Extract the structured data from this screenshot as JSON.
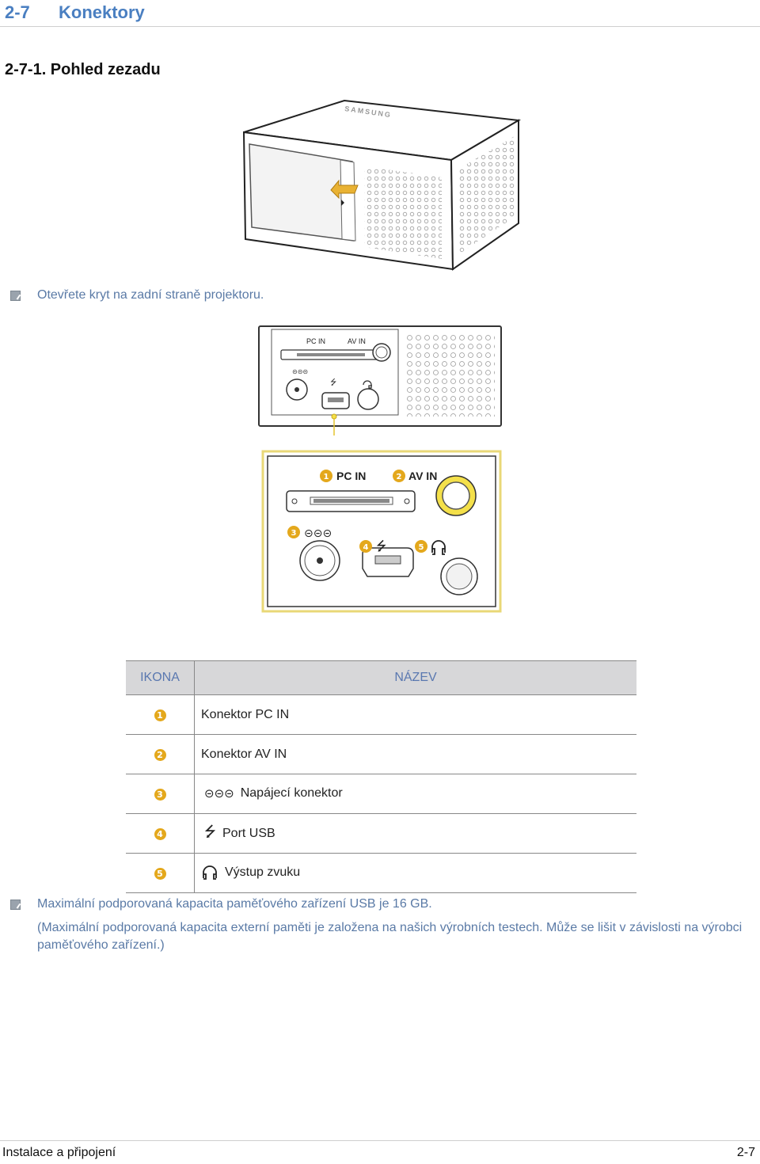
{
  "header": {
    "section_number": "2-7",
    "section_title": "Konektory"
  },
  "subheading": "2-7-1. Pohled zezadu",
  "projector": {
    "brand": "SAMSUNG"
  },
  "note1": "Otevřete kryt na zadní straně projektoru.",
  "small_panel": {
    "pc_in": "PC IN",
    "av_in": "AV IN"
  },
  "large_panel": {
    "pc_in": "PC IN",
    "av_in": "AV IN",
    "badges": [
      "1",
      "2",
      "3",
      "4",
      "5"
    ]
  },
  "table": {
    "col_icon": "IKONA",
    "col_name": "NÁZEV",
    "rows": [
      {
        "badge": "1",
        "icon": "",
        "name": "Konektor PC IN"
      },
      {
        "badge": "2",
        "icon": "",
        "name": "Konektor AV IN"
      },
      {
        "badge": "3",
        "icon": "power-dc-icon",
        "name": "Napájecí konektor"
      },
      {
        "badge": "4",
        "icon": "usb-icon",
        "name": "Port USB"
      },
      {
        "badge": "5",
        "icon": "headphone-icon",
        "name": "Výstup zvuku"
      }
    ]
  },
  "note2": {
    "line1": "Maximální podporovaná kapacita paměťového zařízení USB je 16 GB.",
    "line2": "(Maximální podporovaná kapacita externí paměti je založena na našich výrobních testech. Může se lišit v závislosti na výrobci paměťového zařízení.)"
  },
  "footer": {
    "left": "Instalace a připojení",
    "right": "2-7"
  },
  "colors": {
    "accent": "#4a7fc1",
    "badge": "#e4a81c",
    "highlight": "#f4e04a"
  }
}
